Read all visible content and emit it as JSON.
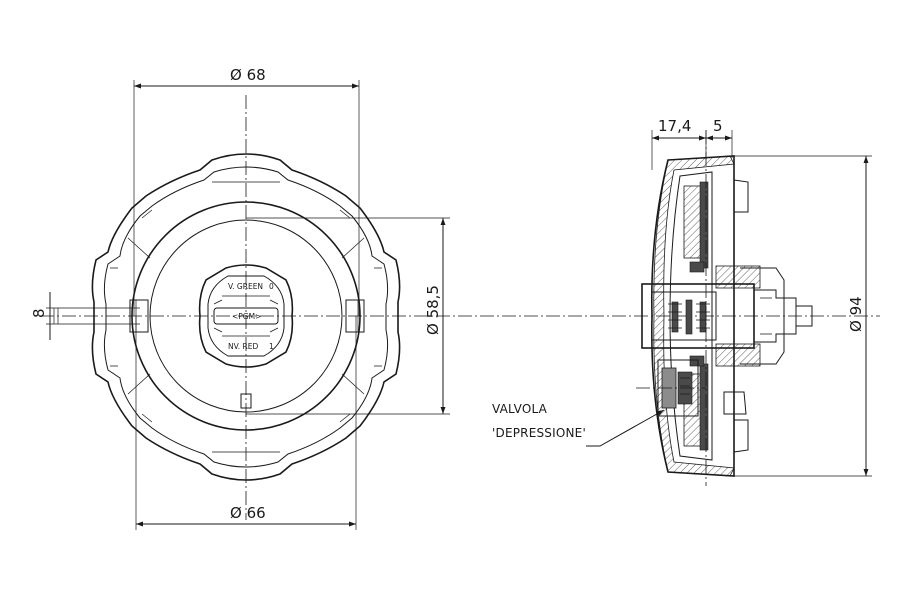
{
  "dimensions": {
    "front_top_diameter": "Ø 68",
    "front_bottom_diameter": "Ø 66",
    "front_inner_diameter": "Ø 58,5",
    "front_lug_width": "8",
    "side_depth": "17,4",
    "side_depth_small": "5",
    "side_diameter": "Ø 94"
  },
  "cap_markings": {
    "top_label": "V. GREEN",
    "top_value": "0",
    "center_label": "<PGM>",
    "bottom_label": "NV. RED",
    "bottom_value": "1"
  },
  "annotation": {
    "line1": "VALVOLA",
    "line2": "'DEPRESSIONE'"
  }
}
